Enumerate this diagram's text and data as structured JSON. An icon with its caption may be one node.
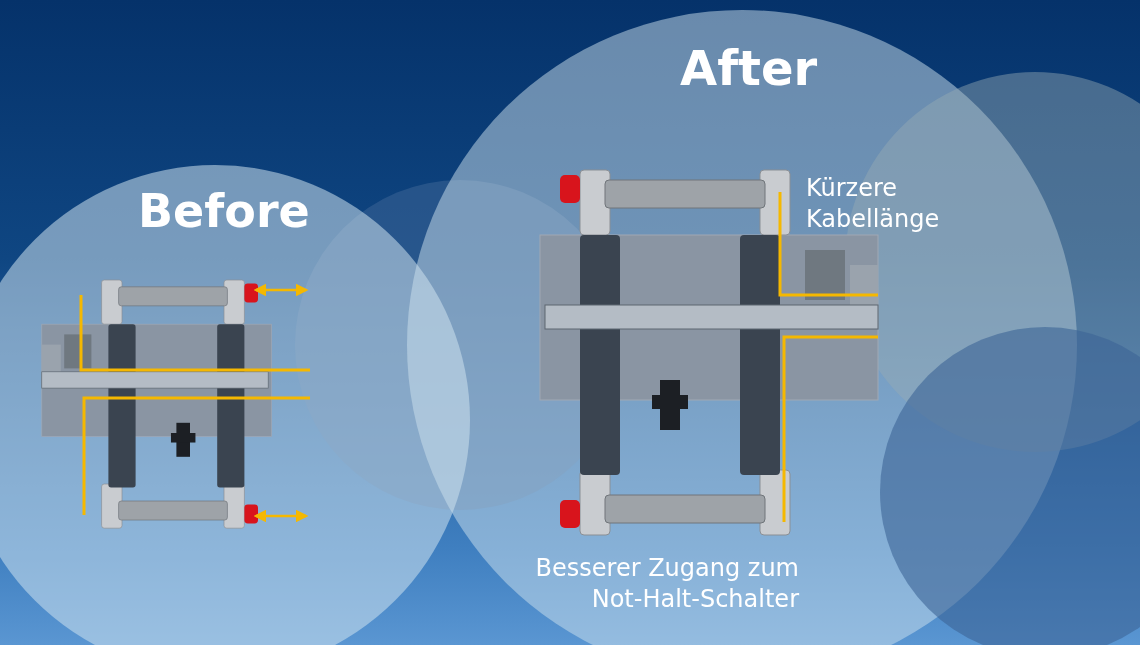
{
  "diagram": {
    "labels": [
      "Before",
      "After",
      "Kürzere Kabellänge",
      "Besserer Zugang zum Not-Halt-Schalter"
    ]
  }
}
